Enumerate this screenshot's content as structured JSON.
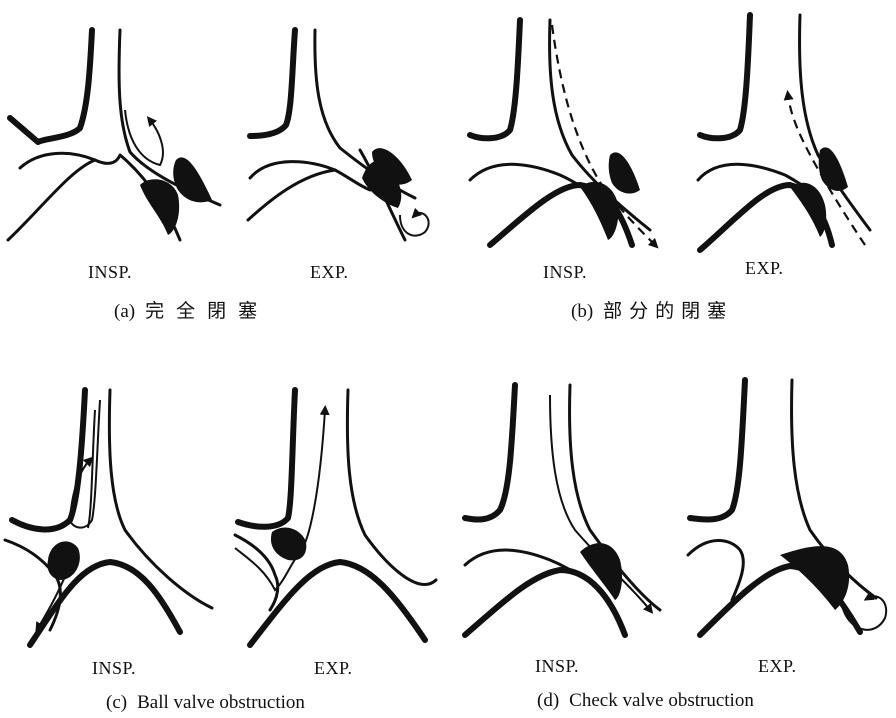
{
  "panels": [
    {
      "id": "a",
      "caption_tag": "(a)",
      "caption_text": "完全閉塞",
      "insp_label": "INSP.",
      "exp_label": "EXP."
    },
    {
      "id": "b",
      "caption_tag": "(b)",
      "caption_text": "部分的閉塞",
      "insp_label": "INSP.",
      "exp_label": "EXP."
    },
    {
      "id": "c",
      "caption_tag": "(c)",
      "caption_text": "Ball valve obstruction",
      "insp_label": "INSP.",
      "exp_label": "EXP."
    },
    {
      "id": "d",
      "caption_tag": "(d)",
      "caption_text": "Check valve obstruction",
      "insp_label": "INSP.",
      "exp_label": "EXP."
    }
  ],
  "colors": {
    "ink": "#111111",
    "background": "#ffffff"
  },
  "icon_names": [
    "airway-bifurcation",
    "obstruction-blob",
    "airflow-arrow"
  ]
}
